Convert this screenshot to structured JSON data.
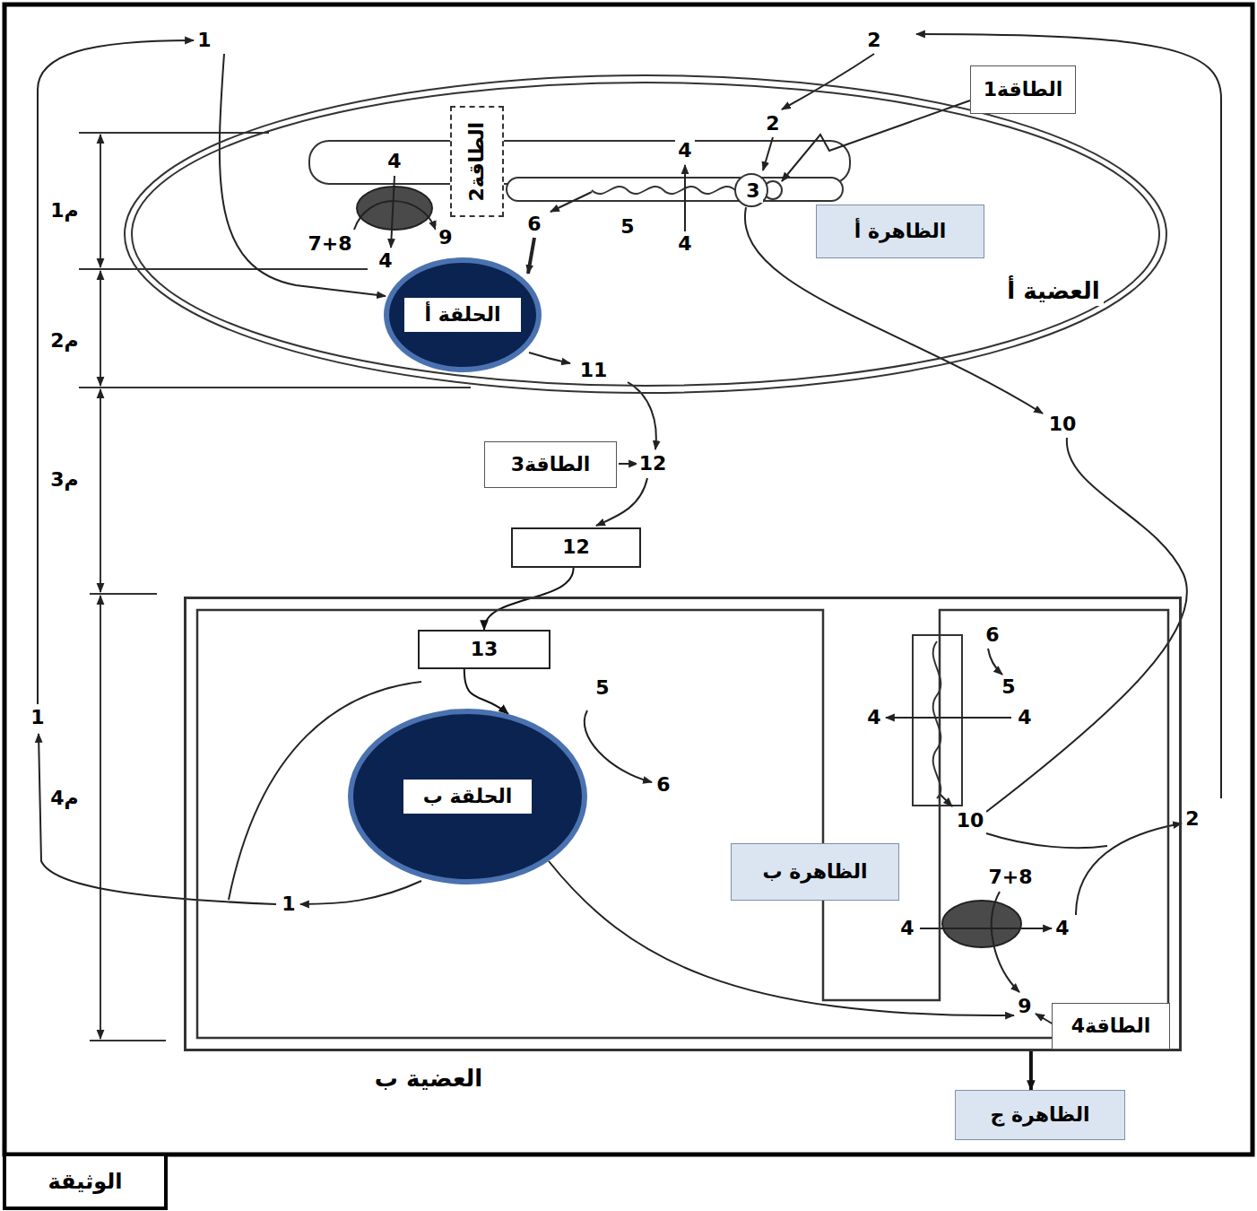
{
  "diagram": {
    "caption": "الوثيقة",
    "nodes": [
      {
        "text": [
          "العضية أ"
        ]
      },
      {
        "text": [
          "الطاقة1"
        ]
      },
      {
        "text": [
          "الطاقة2"
        ],
        "in": 0
      },
      {
        "text": [
          "الظاهرة أ"
        ],
        "in": 0
      },
      {
        "text": [
          "الحلقة أ"
        ],
        "in": 0
      },
      {
        "text": [
          "الطاقة3"
        ]
      },
      {
        "text": [
          "12"
        ]
      },
      {
        "text": [
          "العضية ب"
        ]
      },
      {
        "text": [
          "13"
        ],
        "in": 7
      },
      {
        "text": [
          "الحلقة ب"
        ],
        "in": 7
      },
      {
        "text": [
          "الظاهرة ب"
        ],
        "in": 7
      },
      {
        "text": [
          "الطاقة4"
        ],
        "in": 7
      },
      {
        "text": [
          "الظاهرة ج"
        ]
      }
    ],
    "edges": [
      {
        "from": 6,
        "to": 8,
        "arrow": "to"
      },
      {
        "from": 8,
        "to": 9,
        "arrow": "to"
      },
      {
        "from": 7,
        "to": 12,
        "arrow": "to"
      }
    ],
    "labels": [
      "1",
      "2",
      "2",
      "4",
      "4",
      "م1",
      "3",
      "7+8",
      "9",
      "6",
      "5",
      "4",
      "4",
      "م2",
      "11",
      "10",
      "12",
      "م3",
      "6",
      "5",
      "5",
      "1",
      "4",
      "4",
      "6",
      "م4",
      "2",
      "10",
      "7+8",
      "1",
      "4",
      "4",
      "9"
    ]
  }
}
